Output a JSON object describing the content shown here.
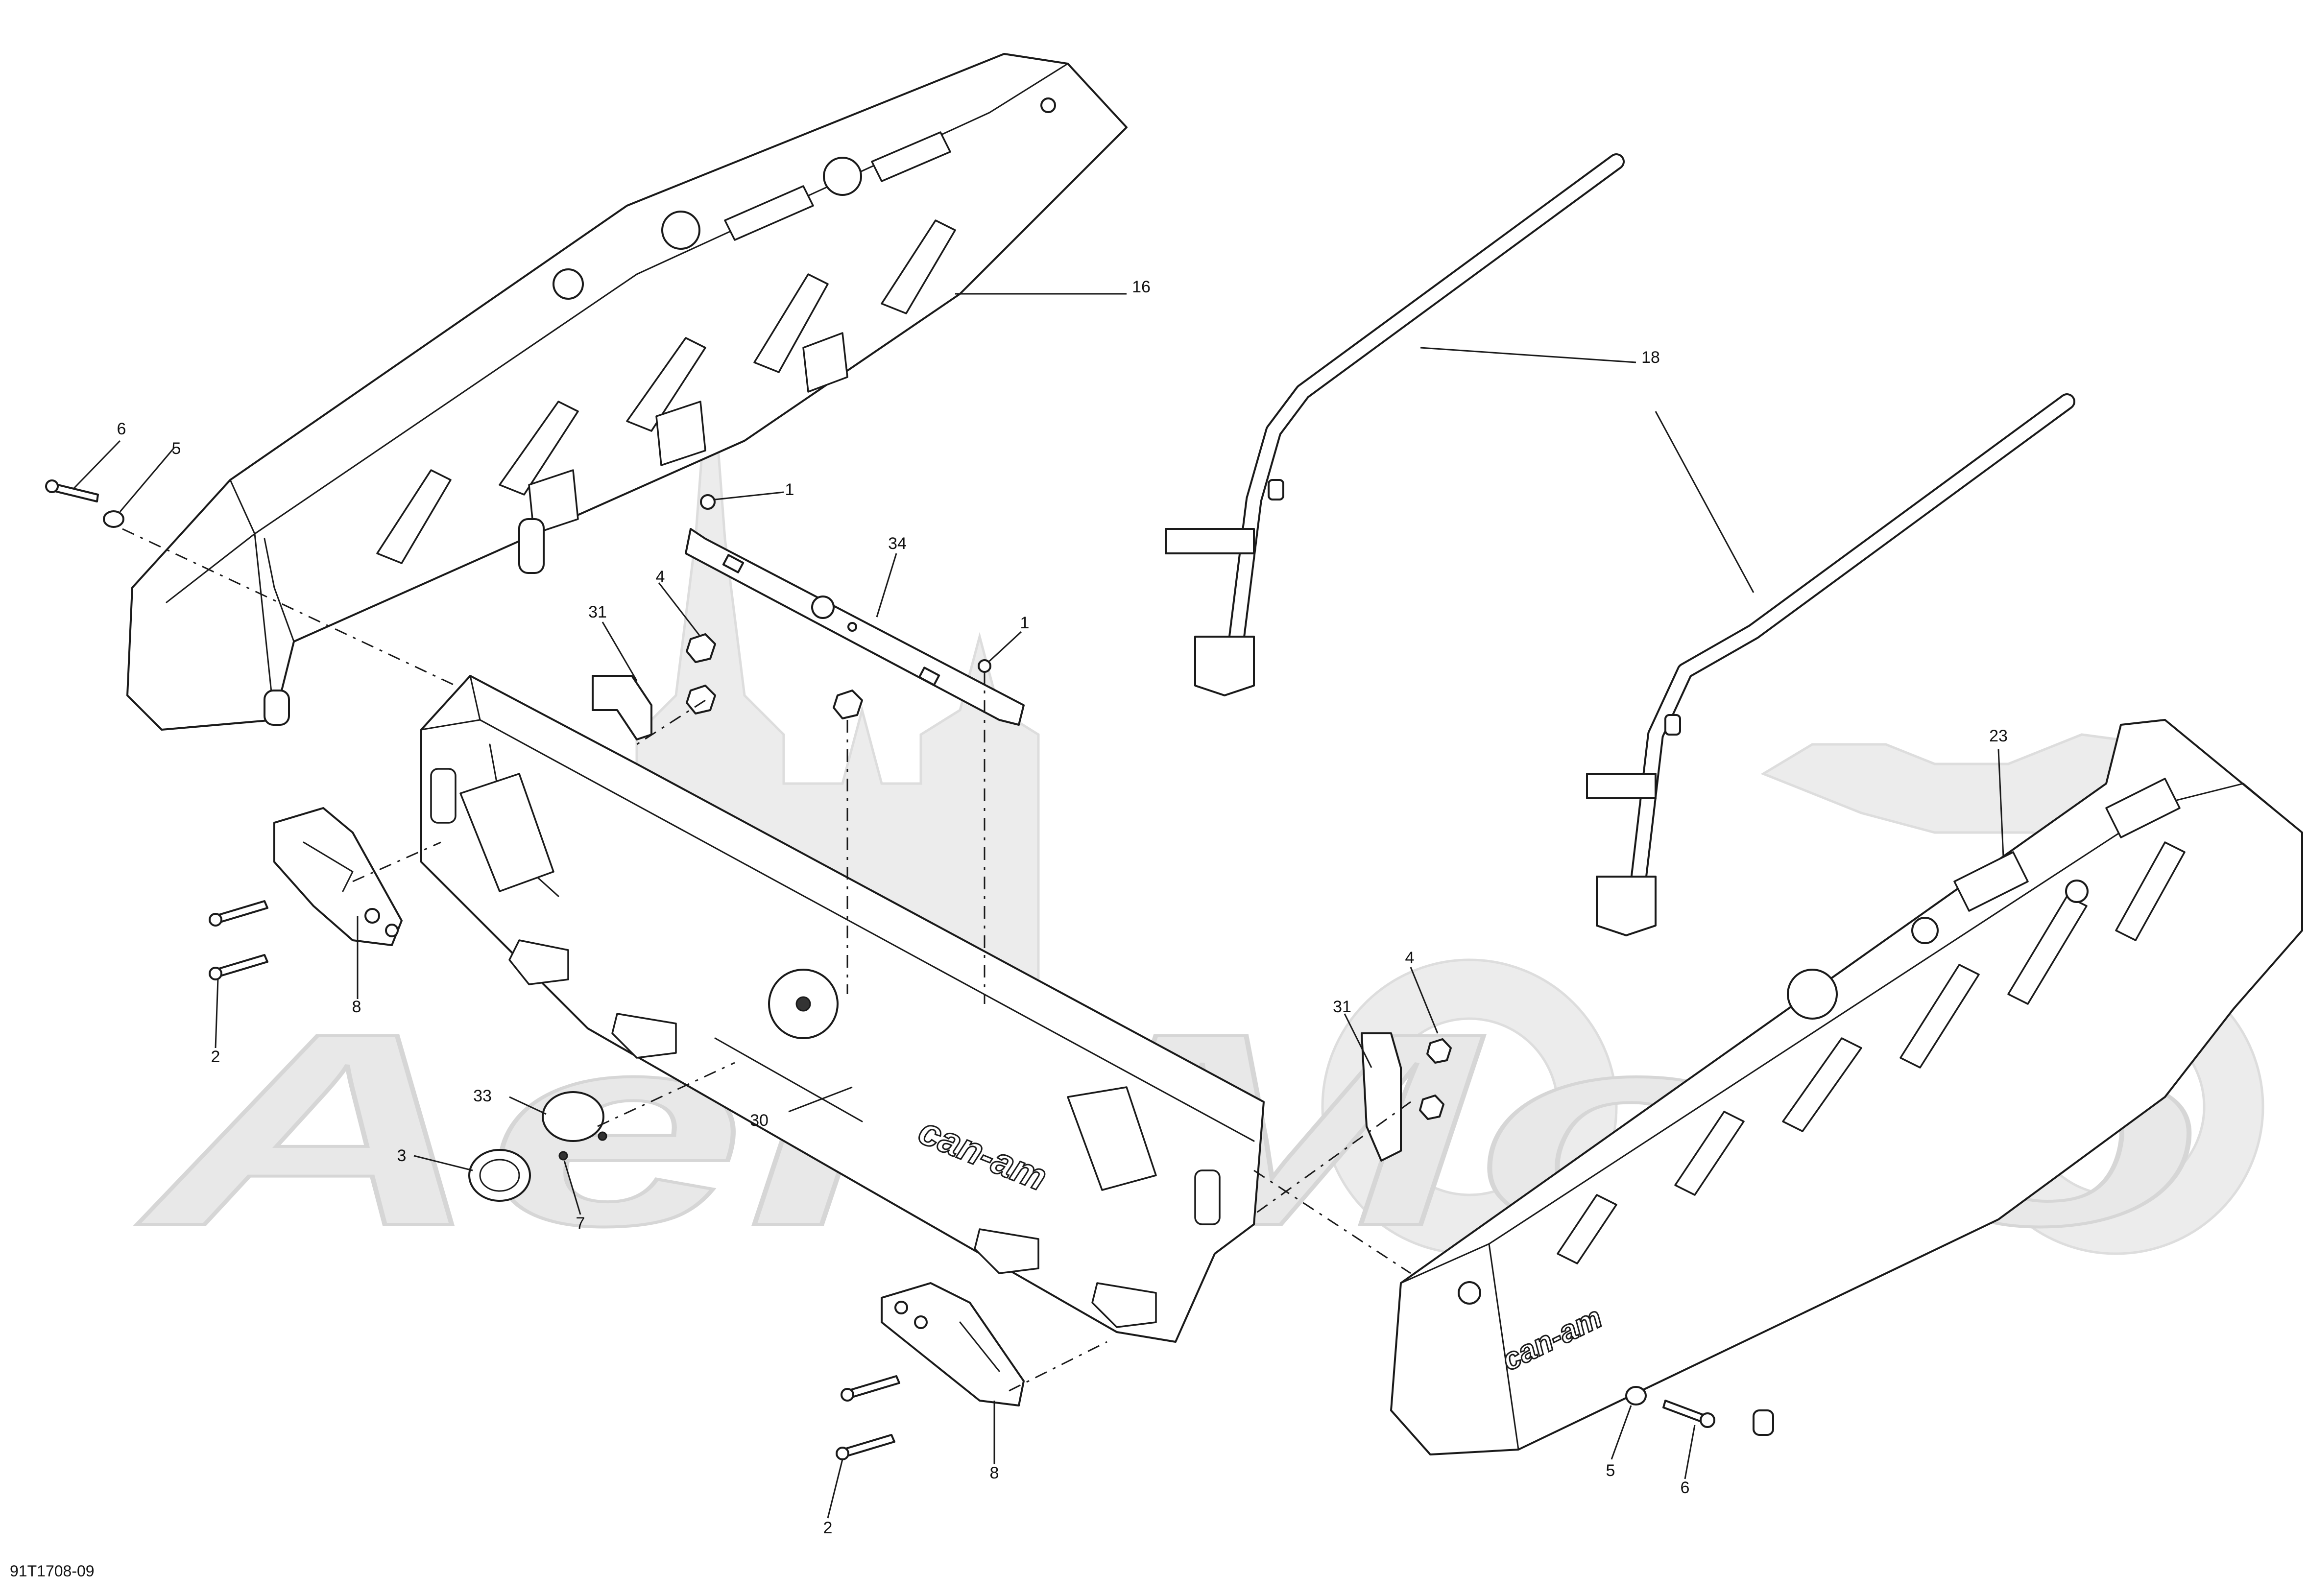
{
  "diagram_ref": "91T1708-09",
  "watermark": "AeHMoto",
  "brand_text": "can-am",
  "callouts": [
    {
      "id": "c16",
      "label": "16"
    },
    {
      "id": "c18",
      "label": "18"
    },
    {
      "id": "c6a",
      "label": "6"
    },
    {
      "id": "c5a",
      "label": "5"
    },
    {
      "id": "c1a",
      "label": "1"
    },
    {
      "id": "c34",
      "label": "34"
    },
    {
      "id": "c31a",
      "label": "31"
    },
    {
      "id": "c4a",
      "label": "4"
    },
    {
      "id": "c1b",
      "label": "1"
    },
    {
      "id": "c23",
      "label": "23"
    },
    {
      "id": "c8a",
      "label": "8"
    },
    {
      "id": "c2a",
      "label": "2"
    },
    {
      "id": "c4b",
      "label": "4"
    },
    {
      "id": "c31b",
      "label": "31"
    },
    {
      "id": "c33",
      "label": "33"
    },
    {
      "id": "c3",
      "label": "3"
    },
    {
      "id": "c7",
      "label": "7"
    },
    {
      "id": "c30",
      "label": "30"
    },
    {
      "id": "c8b",
      "label": "8"
    },
    {
      "id": "c2b",
      "label": "2"
    },
    {
      "id": "c5b",
      "label": "5"
    },
    {
      "id": "c6b",
      "label": "6"
    }
  ]
}
